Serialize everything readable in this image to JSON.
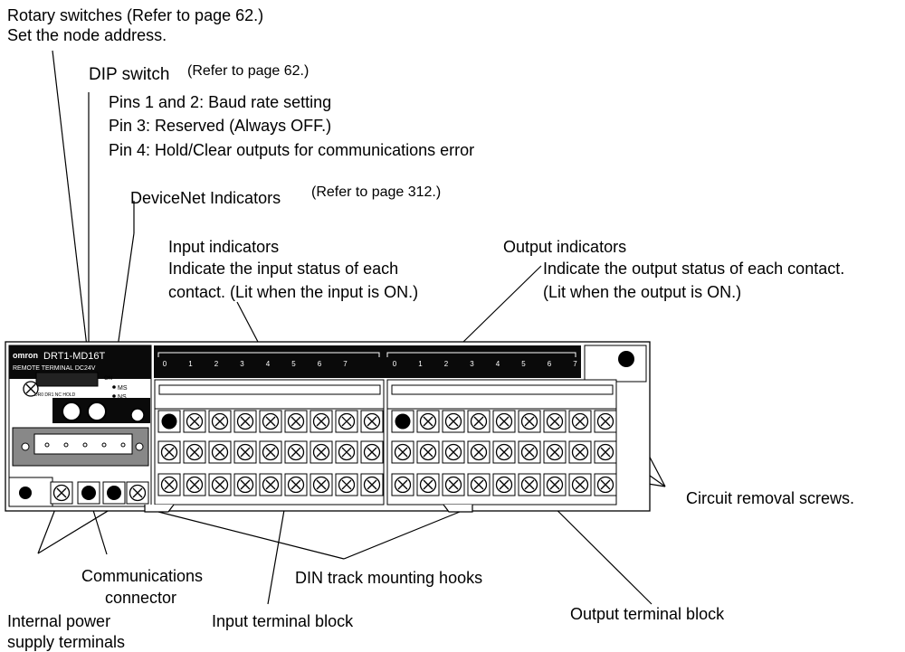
{
  "labels": {
    "rotary_line1": "Rotary switches (Refer to page 62.)",
    "rotary_line2": "Set the node address.",
    "dip_title": "DIP switch",
    "dip_ref": "(Refer to page 62.)",
    "dip_pin12": "Pins 1 and 2: Baud rate setting",
    "dip_pin3": "Pin 3: Reserved (Always OFF.)",
    "dip_pin4": "Pin 4: Hold/Clear outputs for communications error",
    "devicenet_title": "DeviceNet Indicators",
    "devicenet_ref": "(Refer to page 312.)",
    "input_ind_title": "Input indicators",
    "input_ind_desc1": "Indicate the input status of each",
    "input_ind_desc2": "contact. (Lit when the input is ON.)",
    "output_ind_title": "Output indicators",
    "output_ind_desc1": "Indicate the output status of each contact.",
    "output_ind_desc2": "(Lit when the output is ON.)",
    "circuit_screws": "Circuit removal screws.",
    "comm_conn_1": "Communications",
    "comm_conn_2": "connector",
    "din_hooks": "DIN track mounting hooks",
    "power_1": "Internal power",
    "power_2": "supply terminals",
    "input_block": "Input terminal block",
    "output_block": "Output terminal block"
  },
  "device": {
    "brand": "omron",
    "model": "DRT1-MD16T",
    "subtitle": "REMOTE TERMINAL DC24V",
    "on_mark": "ON",
    "dip_labels": "DR0 DR1 NC HOLD",
    "ms_label": "MS",
    "ns_label": "NS",
    "channel_digits": [
      "0",
      "1",
      "2",
      "3",
      "4",
      "5",
      "6",
      "7"
    ]
  }
}
